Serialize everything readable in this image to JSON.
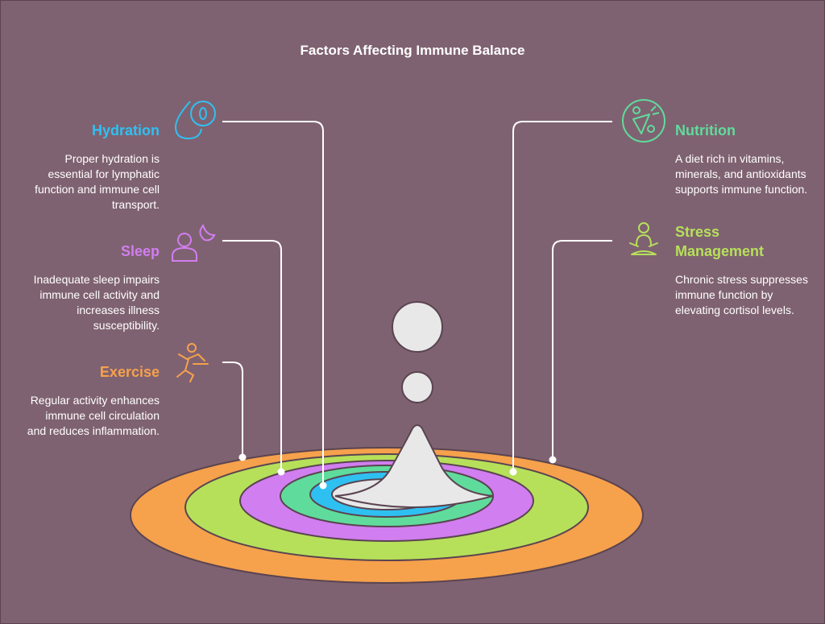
{
  "title": "Factors Affecting Immune Balance",
  "colors": {
    "background": "#7f6271",
    "hydration": "#2fc0f2",
    "sleep": "#d17ef0",
    "exercise": "#f6a14c",
    "nutrition": "#5fdc9c",
    "stress": "#b6e05a",
    "drop": "#e8e8e8"
  },
  "factors": {
    "hydration": {
      "heading": "Hydration",
      "description": "Proper hydration is essential for lymphatic function and immune cell transport.",
      "icon": "water-drop-icon"
    },
    "sleep": {
      "heading": "Sleep",
      "description": "Inadequate sleep impairs immune cell activity and increases illness susceptibility.",
      "icon": "sleeping-person-moon-icon"
    },
    "exercise": {
      "heading": "Exercise",
      "description": "Regular activity enhances immune cell circulation and reduces inflammation.",
      "icon": "running-person-icon"
    },
    "nutrition": {
      "heading": "Nutrition",
      "description": "A diet rich in vitamins, minerals, and antioxidants supports immune function.",
      "icon": "vegetables-icon"
    },
    "stress": {
      "heading": "Stress Management",
      "description": "Chronic stress suppresses immune function by elevating cortisol levels.",
      "icon": "meditation-icon"
    }
  }
}
